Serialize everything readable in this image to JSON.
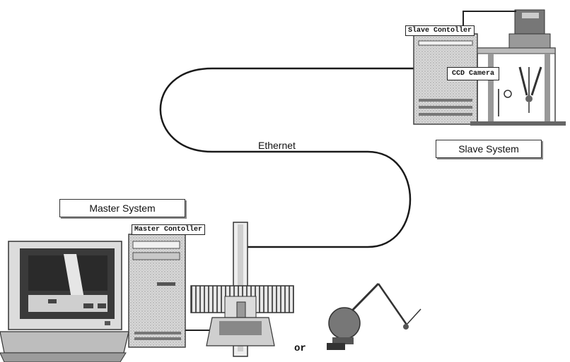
{
  "labels": {
    "slave_controller": "Slave Contoller",
    "ccd_camera": "CCD Camera",
    "slave_system": "Slave System",
    "ethernet": "Ethernet",
    "master_system": "Master System",
    "master_controller": "Master Contoller",
    "or": "or"
  }
}
